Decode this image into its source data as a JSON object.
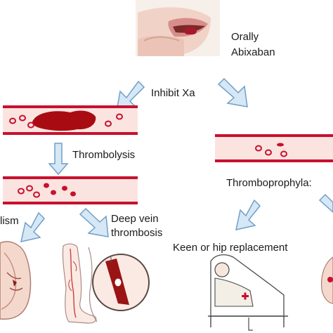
{
  "diagram": {
    "drug_label_line1": "Orally",
    "drug_label_line2": "Abixaban",
    "inhibit_label": "Inhibit Xa",
    "thrombolysis_label": "Thrombolysis",
    "thromboprophylaxis_label": "Thromboprophyla:",
    "embolism_label": "lism",
    "dvt_label_line1": "Deep vein",
    "dvt_label_line2": "thrombosis",
    "replacement_label": "Keen or hip replacement"
  },
  "colors": {
    "vessel_fill": "#fbe4e0",
    "vessel_wall": "#c8102e",
    "clot": "#a80c12",
    "arrow_fill": "#d6e7f5",
    "arrow_stroke": "#6f9fc9",
    "skin": "#f4d8cc",
    "text": "#1a1a1a"
  },
  "icons": {
    "mouth_pill": "mouth-pill-illustration",
    "lung": "lung-illustration",
    "leg": "leg-vein-illustration",
    "magnified_vein": "magnified-vein-illustration",
    "patient_bed": "patient-in-bed-illustration"
  }
}
